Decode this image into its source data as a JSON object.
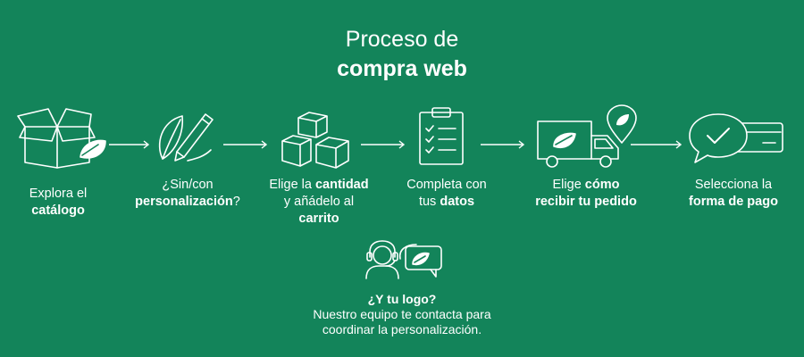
{
  "title": {
    "line1": "Proceso de",
    "line2": "compra web"
  },
  "steps": [
    {
      "p1": "Explora el",
      "b1": "catálogo",
      "icon": "open-box-leaf-icon"
    },
    {
      "p1": "¿Sin/con",
      "b1": "personalización",
      "p2": "?",
      "icon": "pencil-leaf-icon"
    },
    {
      "p1": "Elige la ",
      "b1": "cantidad",
      "p2": "y añádelo al",
      "b2": "carrito",
      "icon": "boxes-icon"
    },
    {
      "p1": "Completa con",
      "p2": "tus ",
      "b1": "datos",
      "icon": "clipboard-checklist-icon"
    },
    {
      "p1": "Elige ",
      "b1": "cómo",
      "b2": "recibir tu pedido",
      "icon": "delivery-truck-icon"
    },
    {
      "p1": "Selecciona la",
      "b1": "forma de pago",
      "icon": "payment-check-icon"
    }
  ],
  "support": {
    "heading": "¿Y tu logo?",
    "line1": "Nuestro equipo te contacta para",
    "line2": "coordinar la personalización.",
    "icon": "headset-chat-icon"
  },
  "colors": {
    "background": "#13845a",
    "foreground": "#ffffff"
  }
}
